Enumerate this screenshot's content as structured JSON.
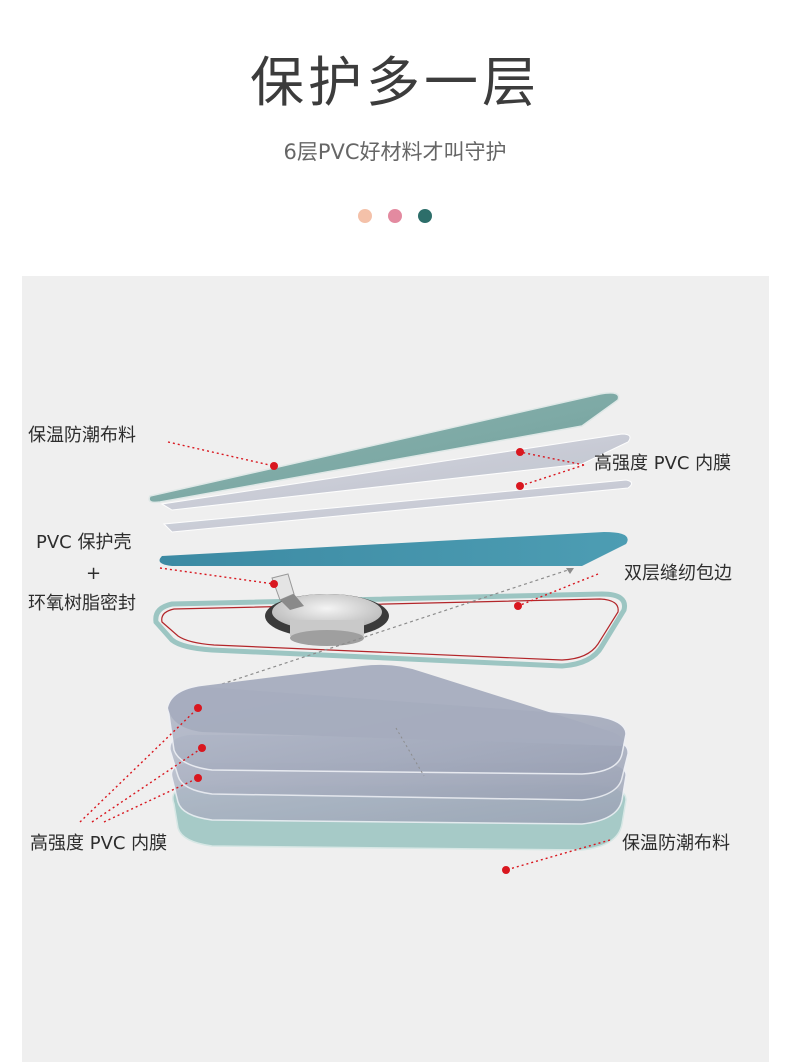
{
  "header": {
    "title": "保护多一层",
    "subtitle": "6层PVC好材料才叫守护"
  },
  "dots": [
    {
      "color": "#f4c1a9"
    },
    {
      "color": "#e38aa0"
    },
    {
      "color": "#2d6e6a"
    }
  ],
  "labels": {
    "fabric_top": "保温防潮布料",
    "pvc_film_top": "高强度 PVC 内膜",
    "pvc_shell": "PVC 保护壳",
    "plus": "+",
    "epoxy_seal": "环氧树脂密封",
    "double_stitch": "双层缝纫包边",
    "pvc_film_bottom": "高强度 PVC 内膜",
    "fabric_bottom": "保温防潮布料"
  },
  "colors": {
    "accent_dot": "#d9171f",
    "teal_fabric": "#7fa8a5",
    "blue_shell": "#3d8ea6",
    "frame_red": "#b3262a",
    "frame_teal": "#9cc5c2",
    "film": "#c7cbd6"
  }
}
